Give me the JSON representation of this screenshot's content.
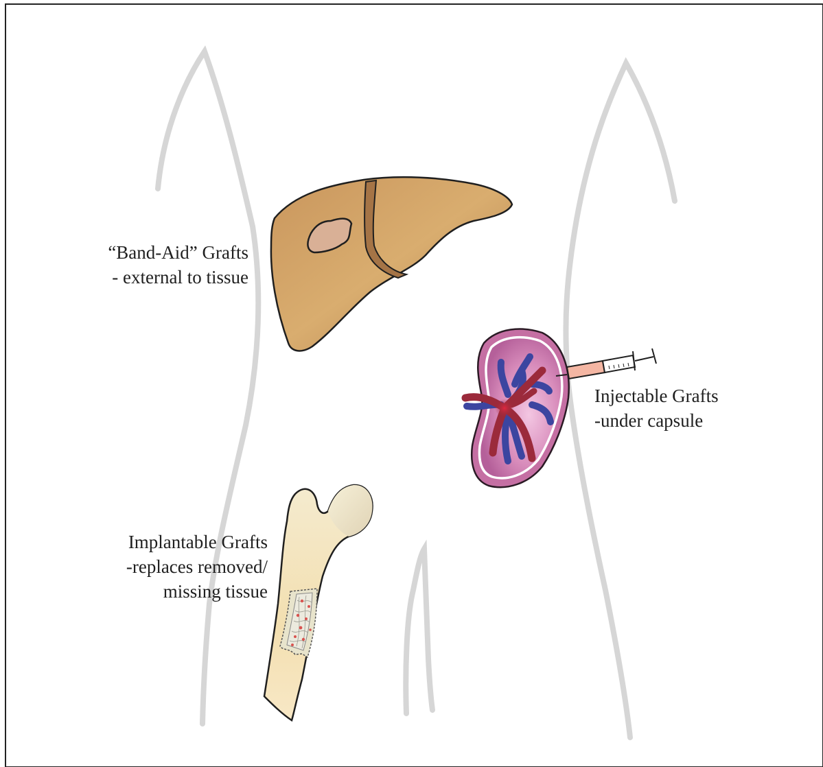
{
  "annotations": {
    "band_aid": {
      "title": "“Band-Aid” Grafts",
      "subtitle": "- external to tissue"
    },
    "injectable": {
      "title": "Injectable Grafts",
      "subtitle": "-under capsule"
    },
    "implantable": {
      "title": "Implantable Grafts",
      "line2": "-replaces removed/",
      "line3": "missing tissue"
    }
  },
  "colors": {
    "body_outline": "#d6d6d6",
    "liver": "#c7955a",
    "liver_patch": "#d9b096",
    "kidney_outer": "#c56fa3",
    "kidney_inner": "#d58bb8",
    "artery": "#9b2a3b",
    "vein": "#3c45a0",
    "bone": "#f1e1b5",
    "syringe_fill": "#f4b6a3"
  },
  "icons": [
    "liver-icon",
    "kidney-icon",
    "syringe-icon",
    "femur-bone-icon",
    "scaffold-graft-icon"
  ]
}
